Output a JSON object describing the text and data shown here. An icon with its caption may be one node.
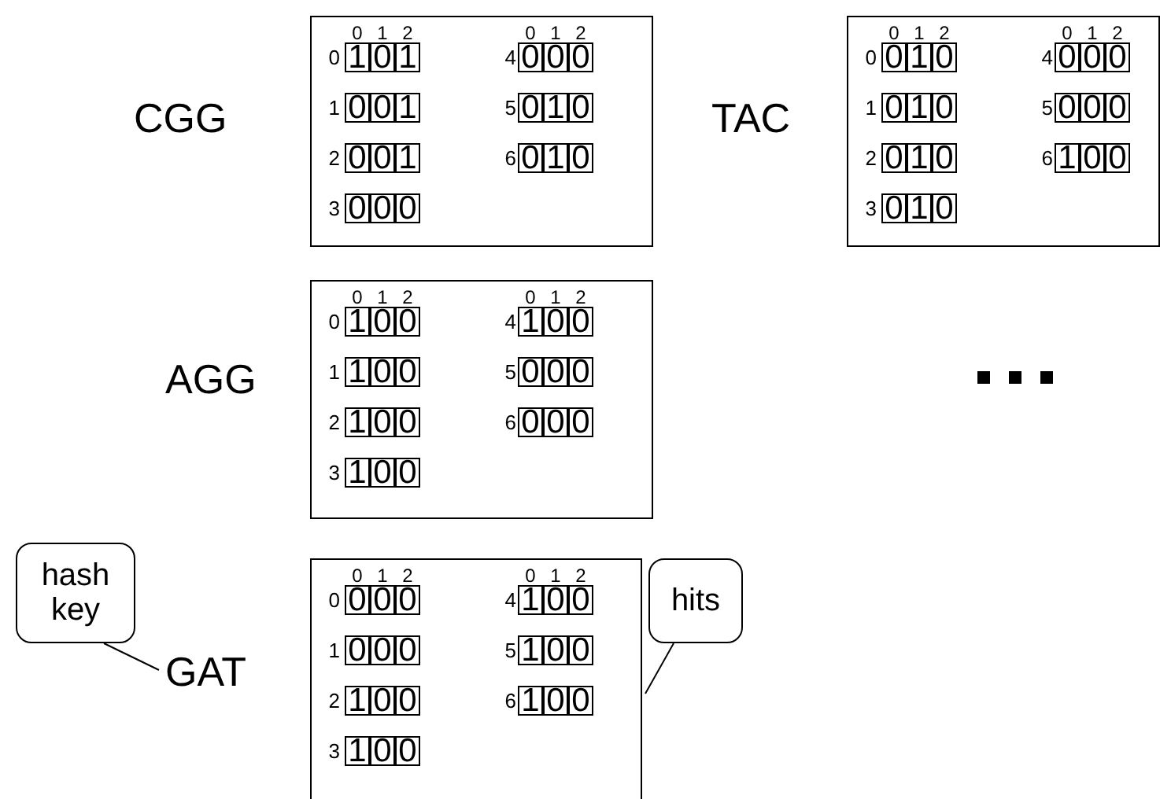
{
  "diagram": {
    "nodes": [
      {
        "text": [
          "CGG"
        ]
      },
      {
        "text": [],
        "shape": "box"
      },
      {
        "text": [
          "TAC"
        ]
      },
      {
        "text": [],
        "shape": "box"
      },
      {
        "text": [
          "AGG"
        ]
      },
      {
        "text": [],
        "shape": "box"
      },
      {
        "text": [
          "hash key"
        ]
      },
      {
        "text": [
          "GAT"
        ]
      },
      {
        "text": [
          "hits"
        ]
      },
      {
        "text": [],
        "shape": "box"
      }
    ],
    "edges": [
      {
        "from": 6,
        "to": 7,
        "arrow": "none"
      },
      {
        "from": 8,
        "to": 9,
        "arrow": "none"
      }
    ],
    "labels": [
      "0",
      "1",
      "2",
      "0",
      "1",
      "2",
      "0",
      "1",
      "0",
      "1",
      "4",
      "0",
      "0",
      "0",
      "1",
      "0",
      "0",
      "1",
      "5",
      "0",
      "1",
      "0",
      "2",
      "0",
      "0",
      "1",
      "6",
      "0",
      "1",
      "0",
      "3",
      "0",
      "0",
      "0",
      "0",
      "1",
      "2",
      "0",
      "1",
      "2",
      "0",
      "0",
      "1",
      "0",
      "4",
      "0",
      "0",
      "0",
      "1",
      "0",
      "1",
      "0",
      "5",
      "0",
      "0",
      "0",
      "2",
      "0",
      "1",
      "0",
      "6",
      "1",
      "0",
      "0",
      "3",
      "0",
      "1",
      "0",
      "0",
      "1",
      "2",
      "0",
      "1",
      "2",
      "0",
      "1",
      "0",
      "0",
      "4",
      "1",
      "0",
      "0",
      "1",
      "1",
      "0",
      "0",
      "5",
      "0",
      "0",
      "0",
      "2",
      "1",
      "0",
      "0",
      "6",
      "0",
      "0",
      "0",
      "3",
      "1",
      "0",
      "0",
      "0",
      "1",
      "2",
      "0",
      "1",
      "2",
      "0",
      "0",
      "0",
      "0",
      "4",
      "1",
      "0",
      "0",
      "1",
      "0",
      "0",
      "0",
      "5",
      "1",
      "0",
      "0",
      "2",
      "1",
      "0",
      "0",
      "6",
      "1",
      "0",
      "0",
      "3",
      "1",
      "0",
      "0"
    ]
  }
}
